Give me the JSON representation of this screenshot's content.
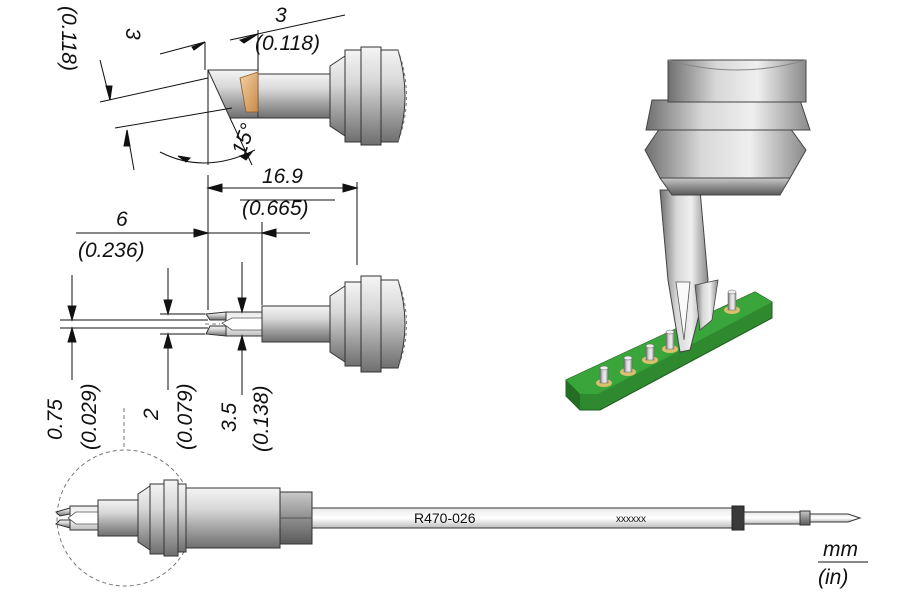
{
  "dimensions": {
    "tip_width_mm": "3",
    "tip_width_in": "(0.118)",
    "tip_height_mm": "3",
    "tip_height_in": "(0.118)",
    "bevel_angle": "15°",
    "length_mm": "16.9",
    "length_in": "(0.665)",
    "slot_depth_mm": "6",
    "slot_depth_in": "(0.236)",
    "slot_width_mm": "0.75",
    "slot_width_in": "(0.029)",
    "jaw_gap_mm": "2",
    "jaw_gap_in": "(0.079)",
    "tip_diameter_mm": "3.5",
    "tip_diameter_in": "(0.138)"
  },
  "cartridge": {
    "model": "R470-026",
    "code": "xxxxxx"
  },
  "units": {
    "primary": "mm",
    "secondary": "(in)"
  }
}
